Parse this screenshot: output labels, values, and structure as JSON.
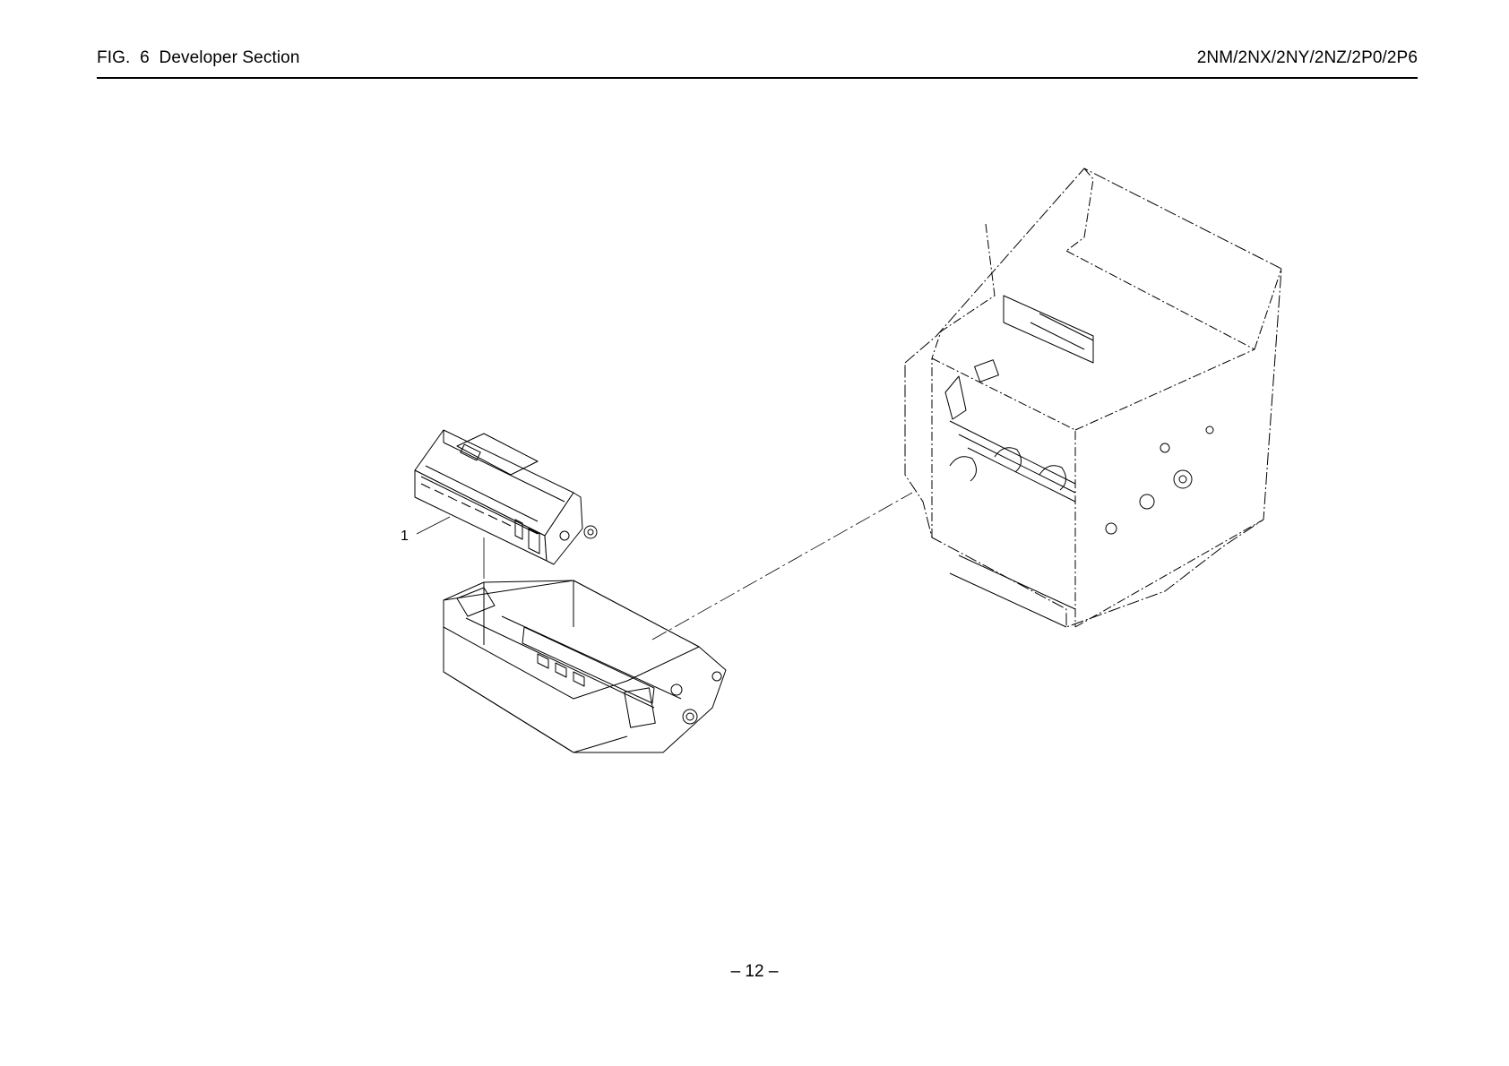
{
  "header": {
    "figure_title": "FIG.  6  Developer Section",
    "models": "2NM/2NX/2NY/2NZ/2P0/2P6"
  },
  "callouts": [
    {
      "label": "1"
    }
  ],
  "footer": {
    "page_number": "– 12 –"
  }
}
